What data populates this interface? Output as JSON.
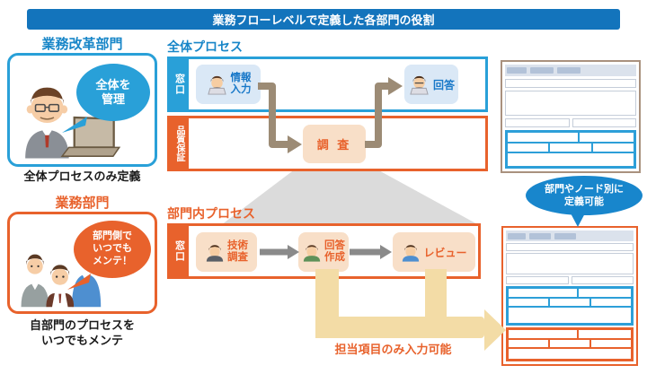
{
  "title": "業務フローレベルで定義した各部門の役割",
  "reform_dept": {
    "heading": "業務改革部門",
    "bubble": [
      "全体を",
      "管理"
    ],
    "caption": "全体プロセスのみ定義"
  },
  "business_dept": {
    "heading": "業務部門",
    "bubble": [
      "部門側で",
      "いつでも",
      "メンテ！"
    ],
    "caption": [
      "自部門のプロセスを",
      "いつでもメンテ"
    ]
  },
  "overall_process": {
    "heading": "全体プロセス",
    "lanes": [
      {
        "label": "窓口"
      },
      {
        "label": "品質保証"
      }
    ],
    "nodes": {
      "input": [
        "情報",
        "入力"
      ],
      "answer": "回答",
      "survey": "調 査"
    }
  },
  "dept_process": {
    "heading": "部門内プロセス",
    "lane_label": "窓口",
    "nodes": {
      "research": [
        "技術",
        "調査"
      ],
      "draft": [
        "回答",
        "作成"
      ],
      "review": "レビュー"
    },
    "caption": "担当項目のみ入力可能"
  },
  "note_bubble": [
    "部門やノード別に",
    "定義可能"
  ],
  "icons": {
    "old-man-at-laptop-icon": "elderly manager with glasses working at laptop",
    "three-workers-icon": "three department staff members",
    "person-at-laptop-icon": "worker at laptop",
    "person-bust-icon": "worker bust",
    "form-document-icon": "form screen mockup"
  },
  "colors": {
    "title_bar": "#1374BC",
    "bright_blue": "#29A0D8",
    "blue_text": "#1886C8",
    "orange": "#E8622C",
    "node_blue_bg": "#DAE8F6",
    "node_peach_bg": "#F8DFC8",
    "arrow_brown": "#9C8B75",
    "arrow_gray": "#8A8A8A",
    "arrow_yellow": "#F3DCA6",
    "zoom_gray": "#DBDBDB",
    "doc_border_tan": "#A9917E",
    "doc_header_bg": "#DBE2EC",
    "doc_tab": "#B2C2D8"
  }
}
